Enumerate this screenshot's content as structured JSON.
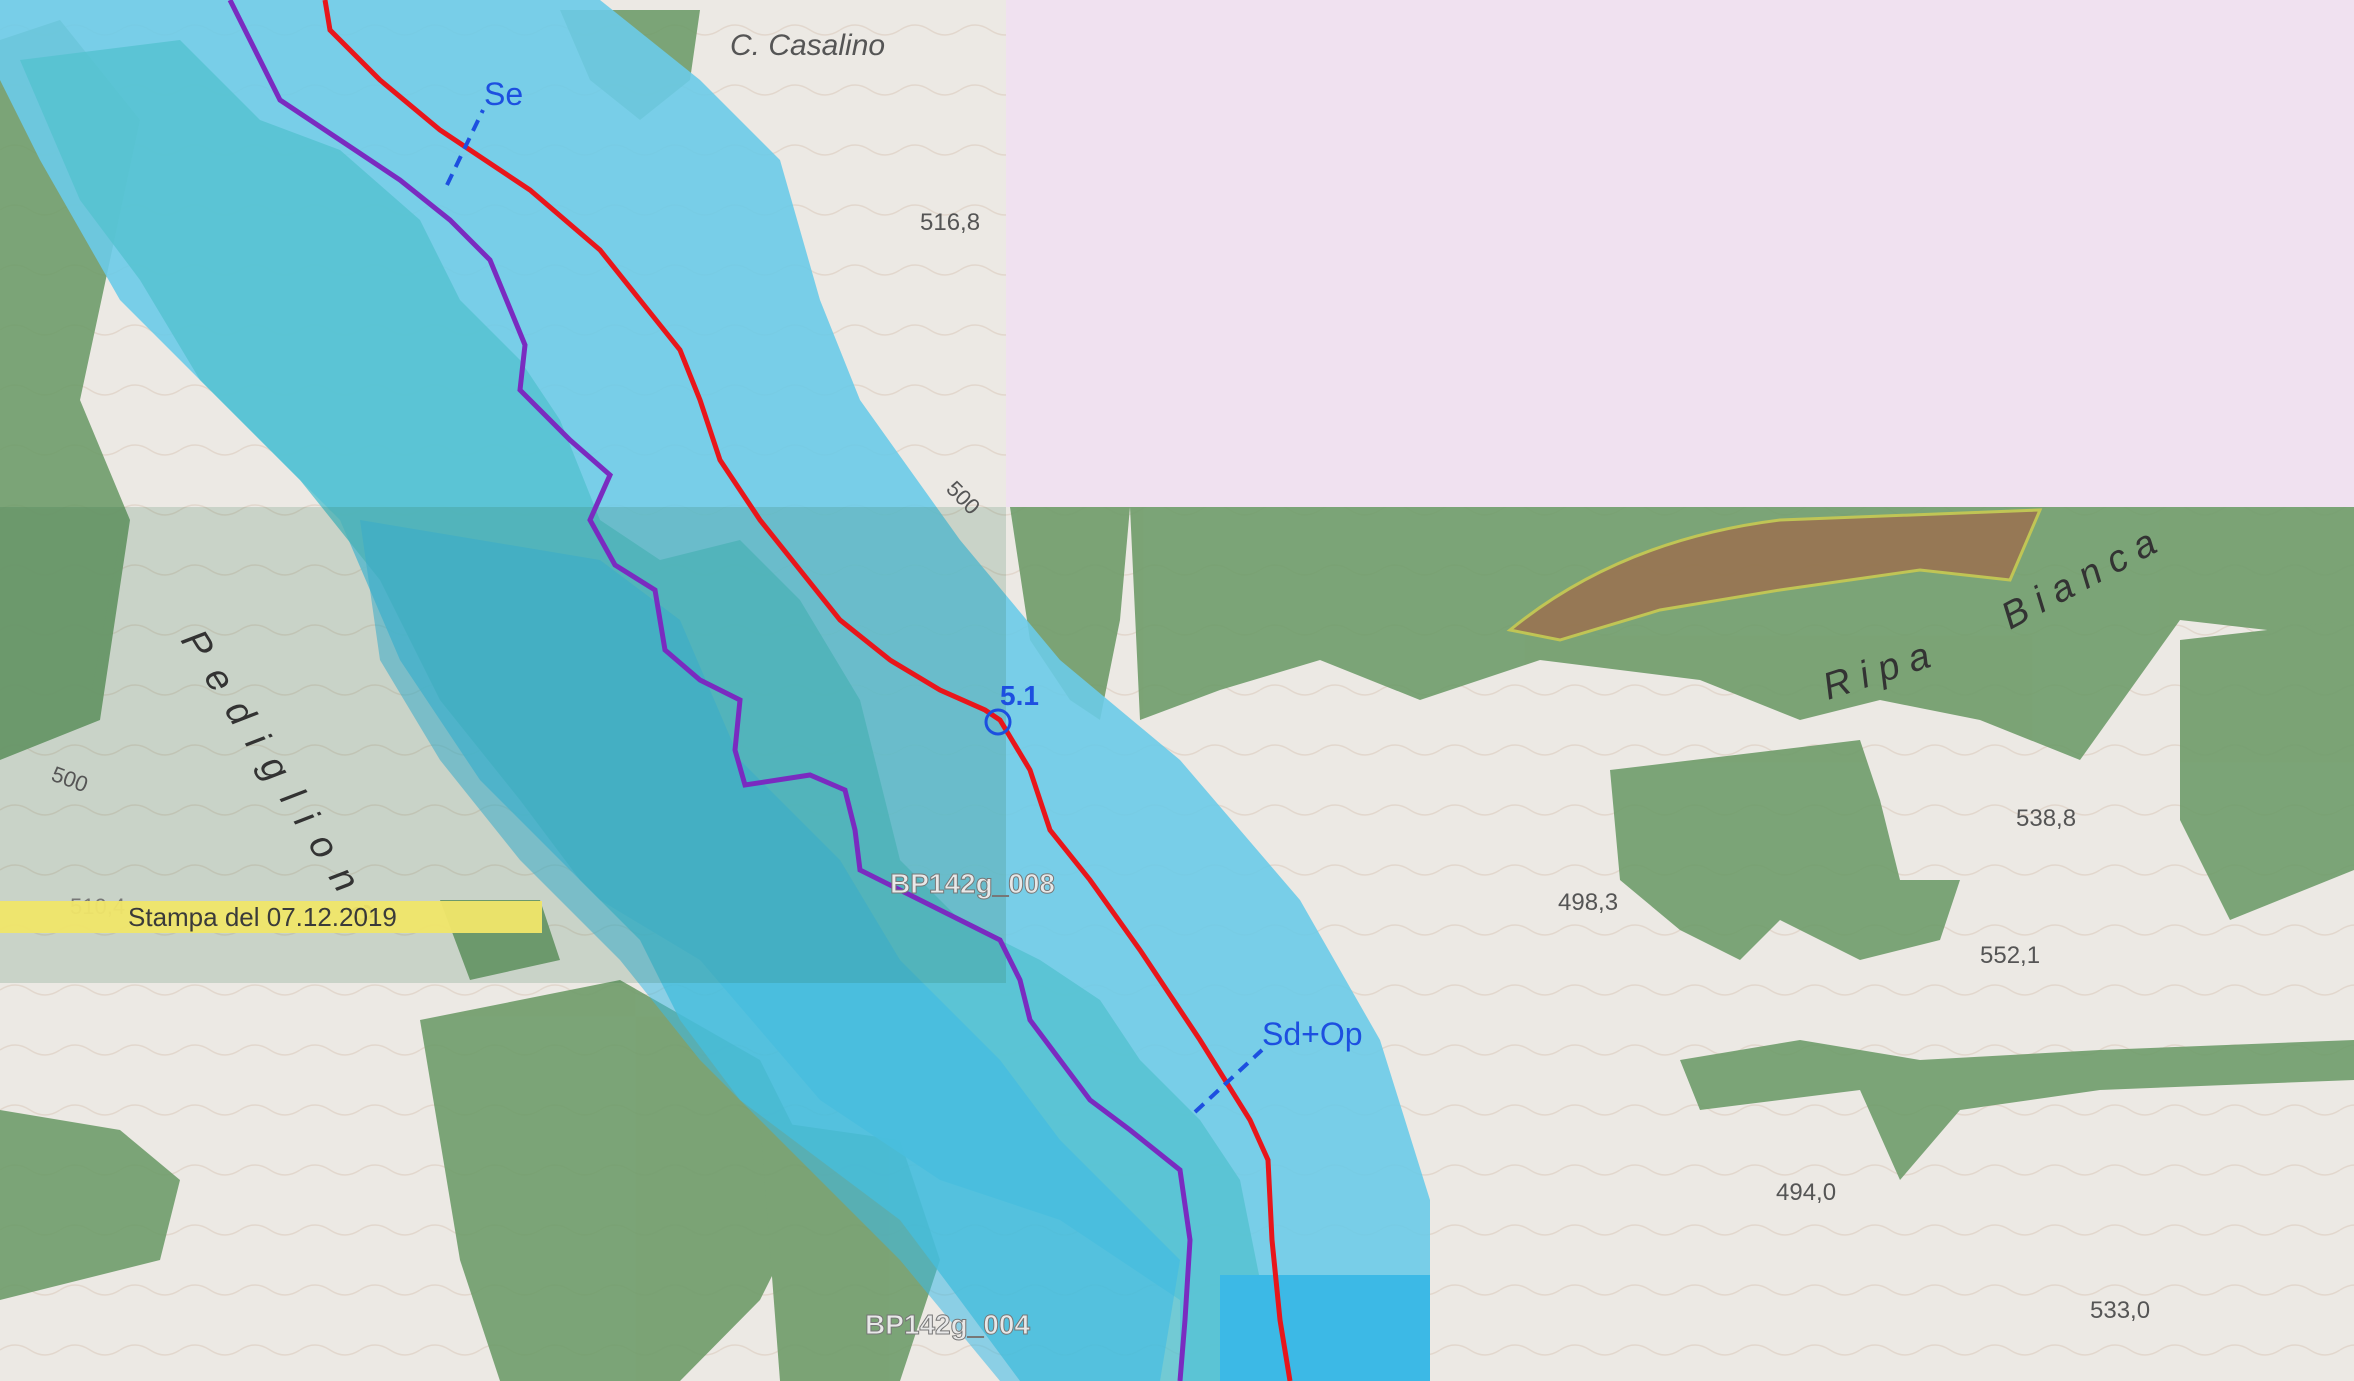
{
  "map": {
    "colors": {
      "background": "#ece9e4",
      "pink_area": "#f0e1f0",
      "forest": "#6f9c6a",
      "forest_light": "#8bb585",
      "flood_light": "#6ccbe8",
      "flood_mid": "#54c2d0",
      "flood_dark": "#3cb9e6",
      "red_line": "#e8161b",
      "purple_line": "#7a2bc0",
      "blue_label": "#1d4fe0",
      "contour": "#c8a890",
      "yellow_band": "#f1e66a",
      "brown_scar": "#a06a4a"
    },
    "place_labels": {
      "casalino": "C. Casalino",
      "pedigliono": "Pedigliona",
      "ripa": "R i p a",
      "bianca": "B i a n c a"
    },
    "elevations": {
      "e1": "516,8",
      "e2": "500",
      "e3": "500",
      "e4": "538,8",
      "e5": "498,3",
      "e6": "552,1",
      "e7": "494,0",
      "e8": "533,0",
      "e9": "510,4"
    },
    "section_labels": {
      "se": "Se",
      "sd_op": "Sd+Op",
      "point": "5.1"
    },
    "area_codes": {
      "code1": "BP142g_008",
      "code2": "BP142g_004"
    },
    "print_stamp": "Stampa del  07.12.2019"
  }
}
